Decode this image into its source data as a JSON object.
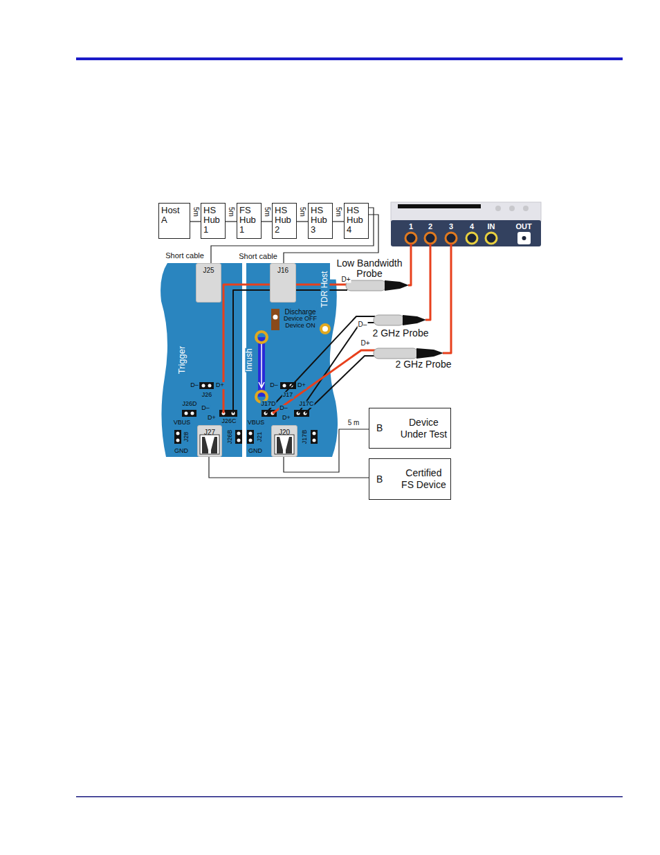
{
  "diagram": {
    "nodes": [
      {
        "text": [
          "Host A"
        ]
      },
      {
        "text": [
          "HS Hub 1"
        ]
      },
      {
        "text": [
          "FS Hub 1"
        ]
      },
      {
        "text": [
          "HS Hub 2"
        ]
      },
      {
        "text": [
          "HS Hub 3"
        ]
      },
      {
        "text": [
          "HS Hub 4"
        ]
      },
      {
        "text": [
          "J25"
        ]
      },
      {
        "text": [
          "J16"
        ]
      },
      {
        "text": [
          "B",
          "Device Under Test"
        ]
      },
      {
        "text": [
          "B",
          "Certified FS Device"
        ]
      },
      {
        "text": [
          "J27"
        ]
      },
      {
        "text": [
          "J20"
        ]
      }
    ],
    "edges": [
      {
        "from": 0,
        "to": 1,
        "label": "5m",
        "arrow": "none"
      },
      {
        "from": 1,
        "to": 2,
        "label": "5m",
        "arrow": "none"
      },
      {
        "from": 2,
        "to": 3,
        "label": "5m",
        "arrow": "none"
      },
      {
        "from": 3,
        "to": 4,
        "label": "5m",
        "arrow": "none"
      },
      {
        "from": 4,
        "to": 5,
        "label": "5m",
        "arrow": "none"
      },
      {
        "from": 5,
        "to": 6,
        "label": "Short cable",
        "arrow": "none"
      },
      {
        "from": 5,
        "to": 7,
        "label": "Short cable",
        "arrow": "none"
      },
      {
        "from": 11,
        "to": 8,
        "label": "5 m",
        "arrow": "none"
      },
      {
        "from": 10,
        "to": 9,
        "arrow": "none"
      }
    ],
    "labels": [
      "Low Bandwidth Probe",
      "D+",
      "2 GHz Probe",
      "D–",
      "D+",
      "2 GHz Probe",
      "1",
      "2",
      "3",
      "4",
      "IN",
      "OUT",
      "TDR Host",
      "Discharge",
      "Device OFF",
      "Device ON",
      "Inrush",
      "Trigger",
      "D–",
      "D+",
      "J26",
      "J26D",
      "VBUS",
      "J28",
      "GND",
      "D–",
      "D+",
      "J26C",
      "J26B",
      "D–",
      "J17",
      "D+",
      "J17D",
      "VBUS",
      "J21",
      "GND",
      "D–",
      "D+",
      "J17C",
      "J17B"
    ]
  }
}
